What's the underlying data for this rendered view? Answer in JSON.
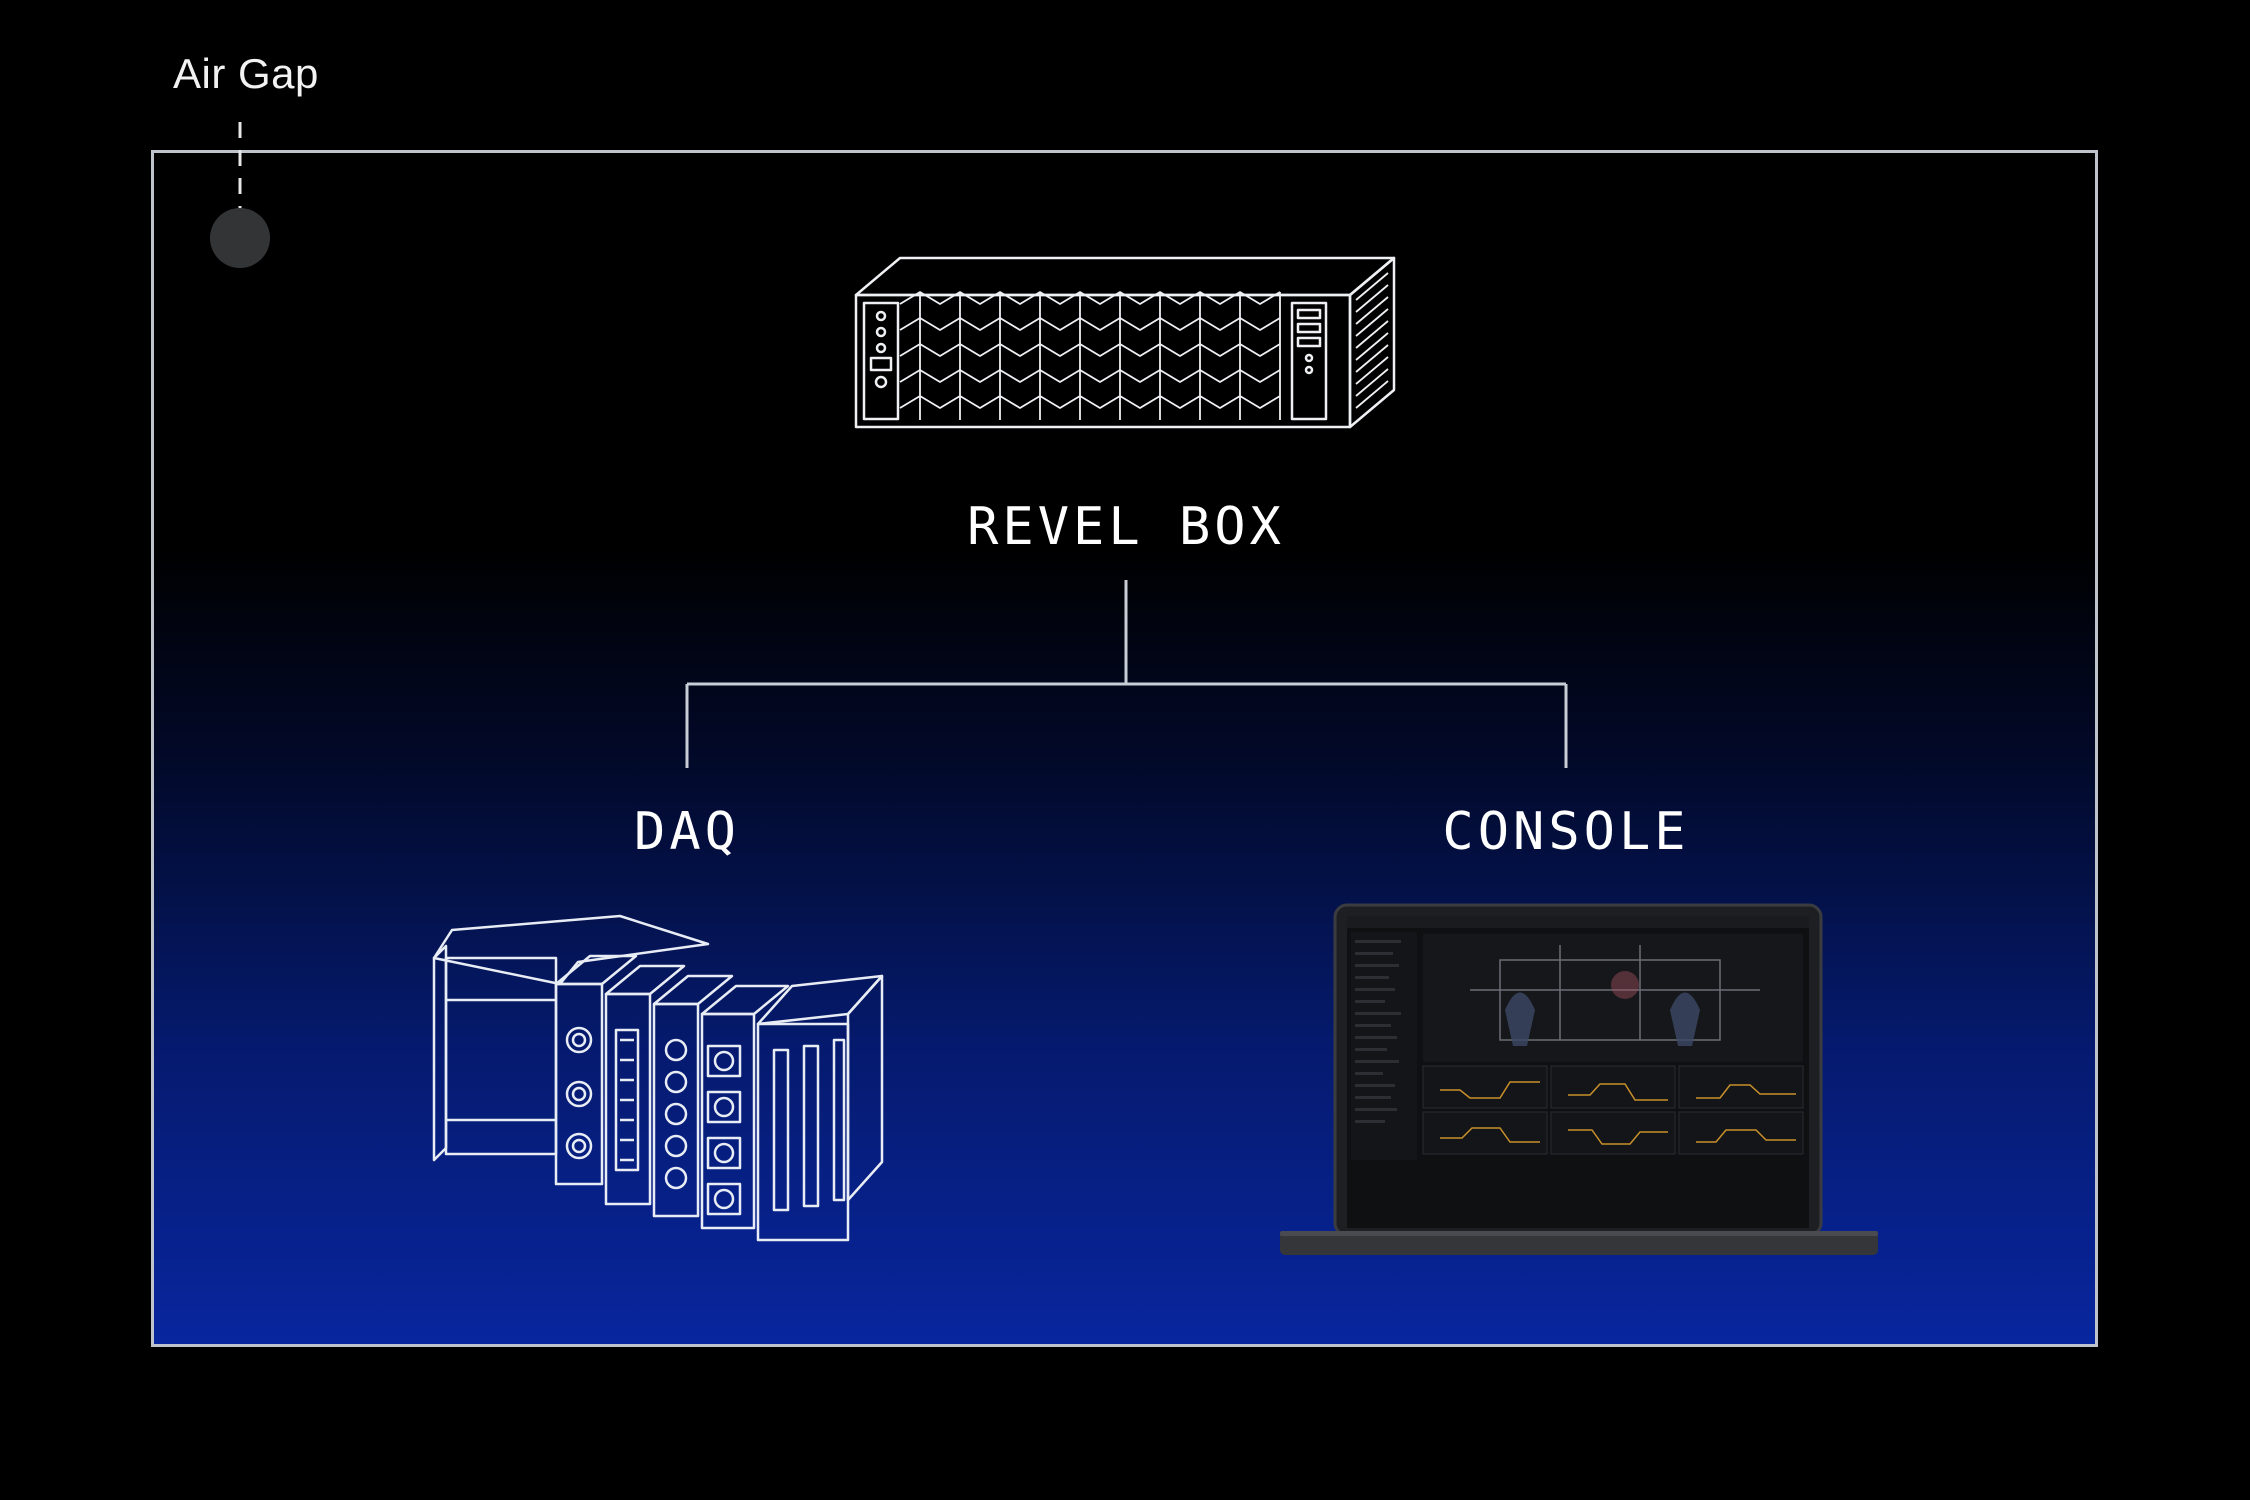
{
  "air_gap": {
    "label": "Air Gap"
  },
  "nodes": {
    "root": {
      "label": "REVEL BOX",
      "icon": "server-rack-icon"
    },
    "left": {
      "label": "DAQ",
      "icon": "daq-module-icon"
    },
    "right": {
      "label": "CONSOLE",
      "icon": "laptop-icon"
    }
  },
  "colors": {
    "frame_border": "#bfc3cc",
    "gradient_top": "#000000",
    "gradient_bottom": "#08269e",
    "line_art": "#e8ecf4"
  }
}
